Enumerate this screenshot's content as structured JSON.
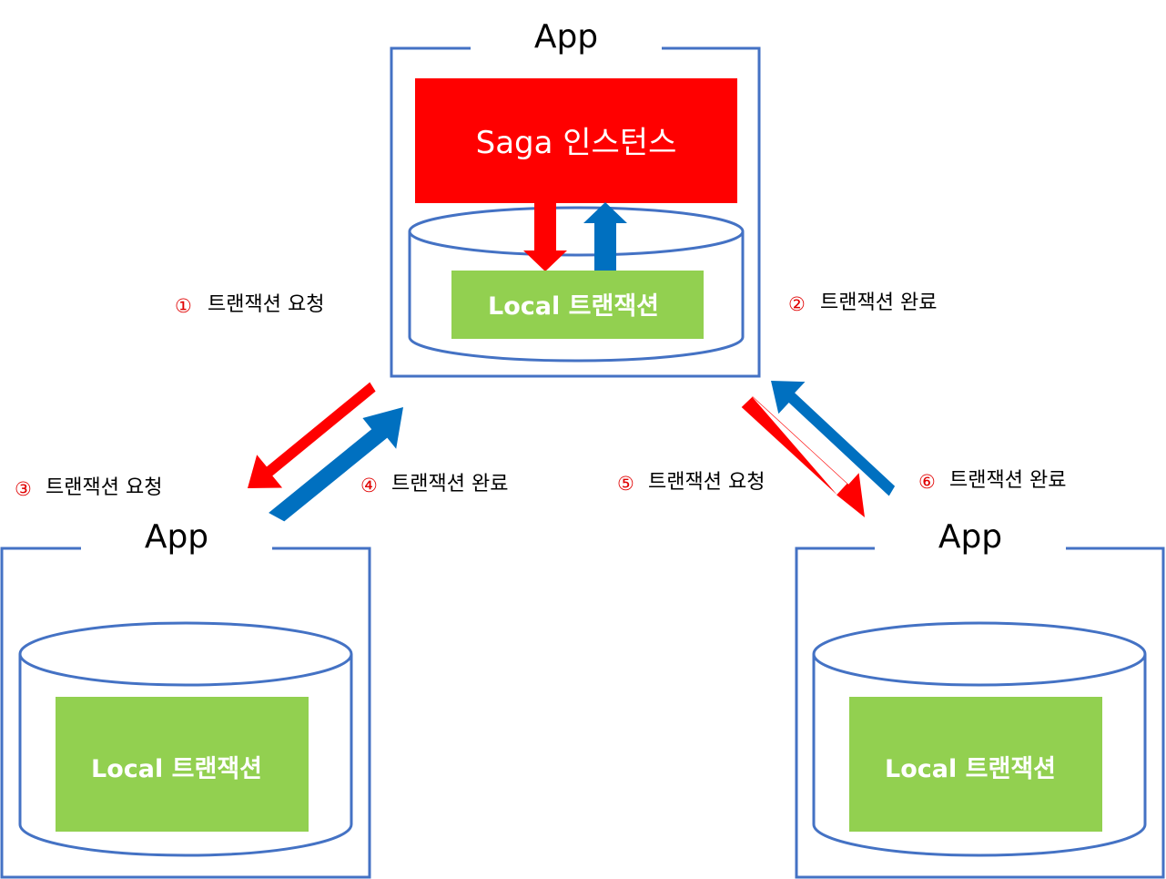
{
  "colors": {
    "box_outline": "#4472C4",
    "saga_fill": "#FF0000",
    "local_fill": "#92D050",
    "request_arrow": "#FF0000",
    "complete_arrow": "#0070C0",
    "step_number": "#E00000"
  },
  "apps": {
    "top": {
      "title": "App",
      "saga_label": "Saga 인스턴스",
      "local_label": "Local 트랜잭션"
    },
    "left": {
      "title": "App",
      "local_label": "Local 트랜잭션"
    },
    "right": {
      "title": "App",
      "local_label": "Local 트랜잭션"
    }
  },
  "captions": {
    "c1": {
      "number": "①",
      "text": "트랜잭션 요청"
    },
    "c2": {
      "number": "②",
      "text": "트랜잭션 완료"
    },
    "c3": {
      "number": "③",
      "text": "트랜잭션 요청"
    },
    "c4": {
      "number": "④",
      "text": "트랜잭션 완료"
    },
    "c5": {
      "number": "⑤",
      "text": "트랜잭션 요청"
    },
    "c6": {
      "number": "⑥",
      "text": "트랜잭션 완료"
    }
  }
}
